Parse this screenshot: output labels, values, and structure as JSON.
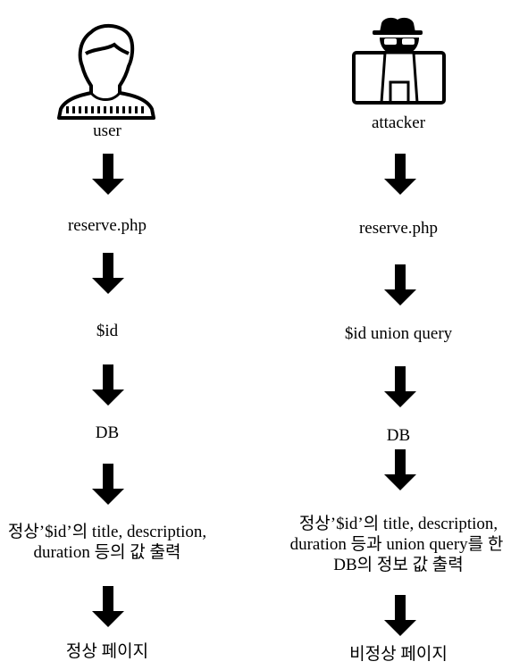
{
  "left_flow": {
    "actor_icon": "user-person-icon",
    "actor_label": "user",
    "step_page": "reserve.php",
    "step_param": "$id",
    "step_db": "DB",
    "output_line1": "정상’$id’의 title, description,",
    "output_line2": "duration 등의 값 출력",
    "result": "정상 페이지"
  },
  "right_flow": {
    "actor_icon": "attacker-hacker-icon",
    "actor_label": "attacker",
    "step_page": "reserve.php",
    "step_param": "$id union query",
    "step_db": "DB",
    "output_line1": "정상’$id’의 title, description,",
    "output_line2": "duration 등과 union query를 한",
    "output_line3": "DB의 정보 값 출력",
    "result": "비정상 페이지"
  },
  "arrow_icon": "down-arrow-icon"
}
